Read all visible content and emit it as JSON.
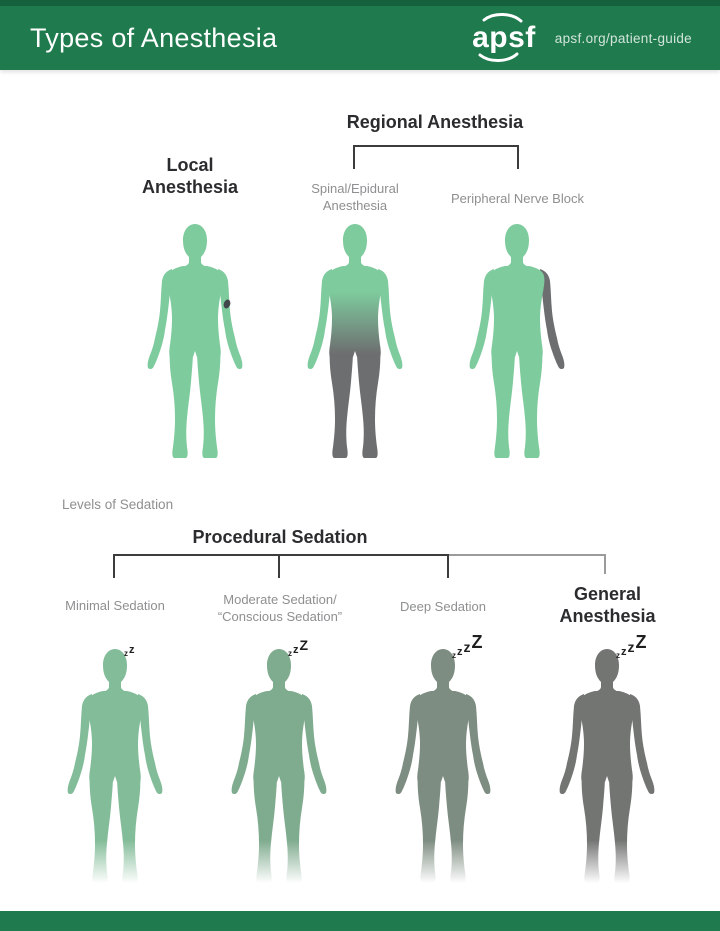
{
  "header": {
    "title": "Types of Anesthesia",
    "logo": "apsf",
    "url": "apsf.org/patient-guide"
  },
  "colors": {
    "headerGreen": "#1f7b4e",
    "headerGreenDark": "#15603d",
    "green1": "#7ecb9d",
    "gray1": "#6d6e70",
    "spot": "#40464a",
    "minimalGreen": "#83bc99",
    "moderateGreen": "#7fab8e",
    "deepGray": "#7e8d81",
    "generalGray": "#737573",
    "labelGray": "#8e8f90",
    "headingDark": "#2b2c2e",
    "bracketDark": "#3c3c3c",
    "bracketGray": "#9b9b9b"
  },
  "top_section": {
    "group_label": "Regional Anesthesia",
    "figures": [
      {
        "name": "local-anesthesia",
        "label_lines": [
          "Local",
          "Anesthesia"
        ]
      },
      {
        "name": "spinal-epidural-anesthesia",
        "label_lines": [
          "Spinal/Epidural",
          "Anesthesia"
        ]
      },
      {
        "name": "peripheral-nerve-block",
        "label_lines": [
          "Peripheral Nerve Block"
        ]
      }
    ]
  },
  "bottom_section": {
    "section_label": "Levels of Sedation",
    "group_label": "Procedural Sedation",
    "figures": [
      {
        "name": "minimal-sedation",
        "label_lines": [
          "Minimal Sedation"
        ],
        "sleep": [
          "z",
          "z"
        ]
      },
      {
        "name": "moderate-sedation",
        "label_lines": [
          "Moderate Sedation/",
          "“Conscious Sedation”"
        ],
        "sleep": [
          "z",
          "z",
          "Z"
        ]
      },
      {
        "name": "deep-sedation",
        "label_lines": [
          "Deep Sedation"
        ],
        "sleep": [
          "z",
          "z",
          "z",
          "Z"
        ]
      },
      {
        "name": "general-anesthesia",
        "label_lines": [
          "General",
          "Anesthesia"
        ],
        "sleep": [
          "z",
          "z",
          "z",
          "Z"
        ]
      }
    ]
  }
}
